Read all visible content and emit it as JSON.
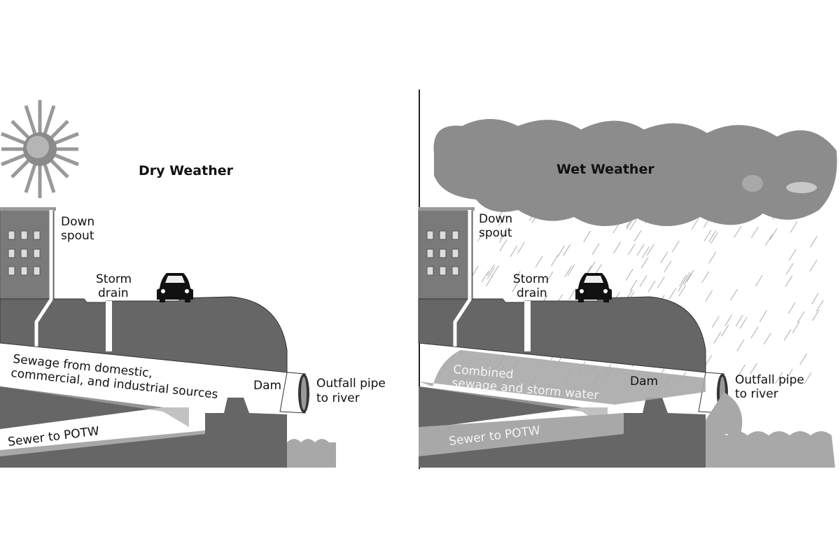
{
  "dry": {
    "title": "Dry Weather",
    "downspout": [
      "Down",
      "spout"
    ],
    "storm_drain": [
      "Storm",
      "drain"
    ],
    "sewage": [
      "Sewage from domestic,",
      "commercial, and industrial sources"
    ],
    "dam": "Dam",
    "outfall": [
      "Outfall pipe",
      "to river"
    ],
    "sewer": "Sewer to POTW"
  },
  "wet": {
    "title": "Wet Weather",
    "downspout": [
      "Down",
      "spout"
    ],
    "storm_drain": [
      "Storm",
      "drain"
    ],
    "combined": [
      "Combined",
      "sewage and storm water"
    ],
    "dam": "Dam",
    "outfall": [
      "Outfall pipe",
      "to river"
    ],
    "sewer": "Sewer to POTW"
  },
  "colors": {
    "ground": "#666666",
    "light": "#a8a8a8",
    "building": "#7a7a7a",
    "cloud": "#8c8c8c"
  }
}
